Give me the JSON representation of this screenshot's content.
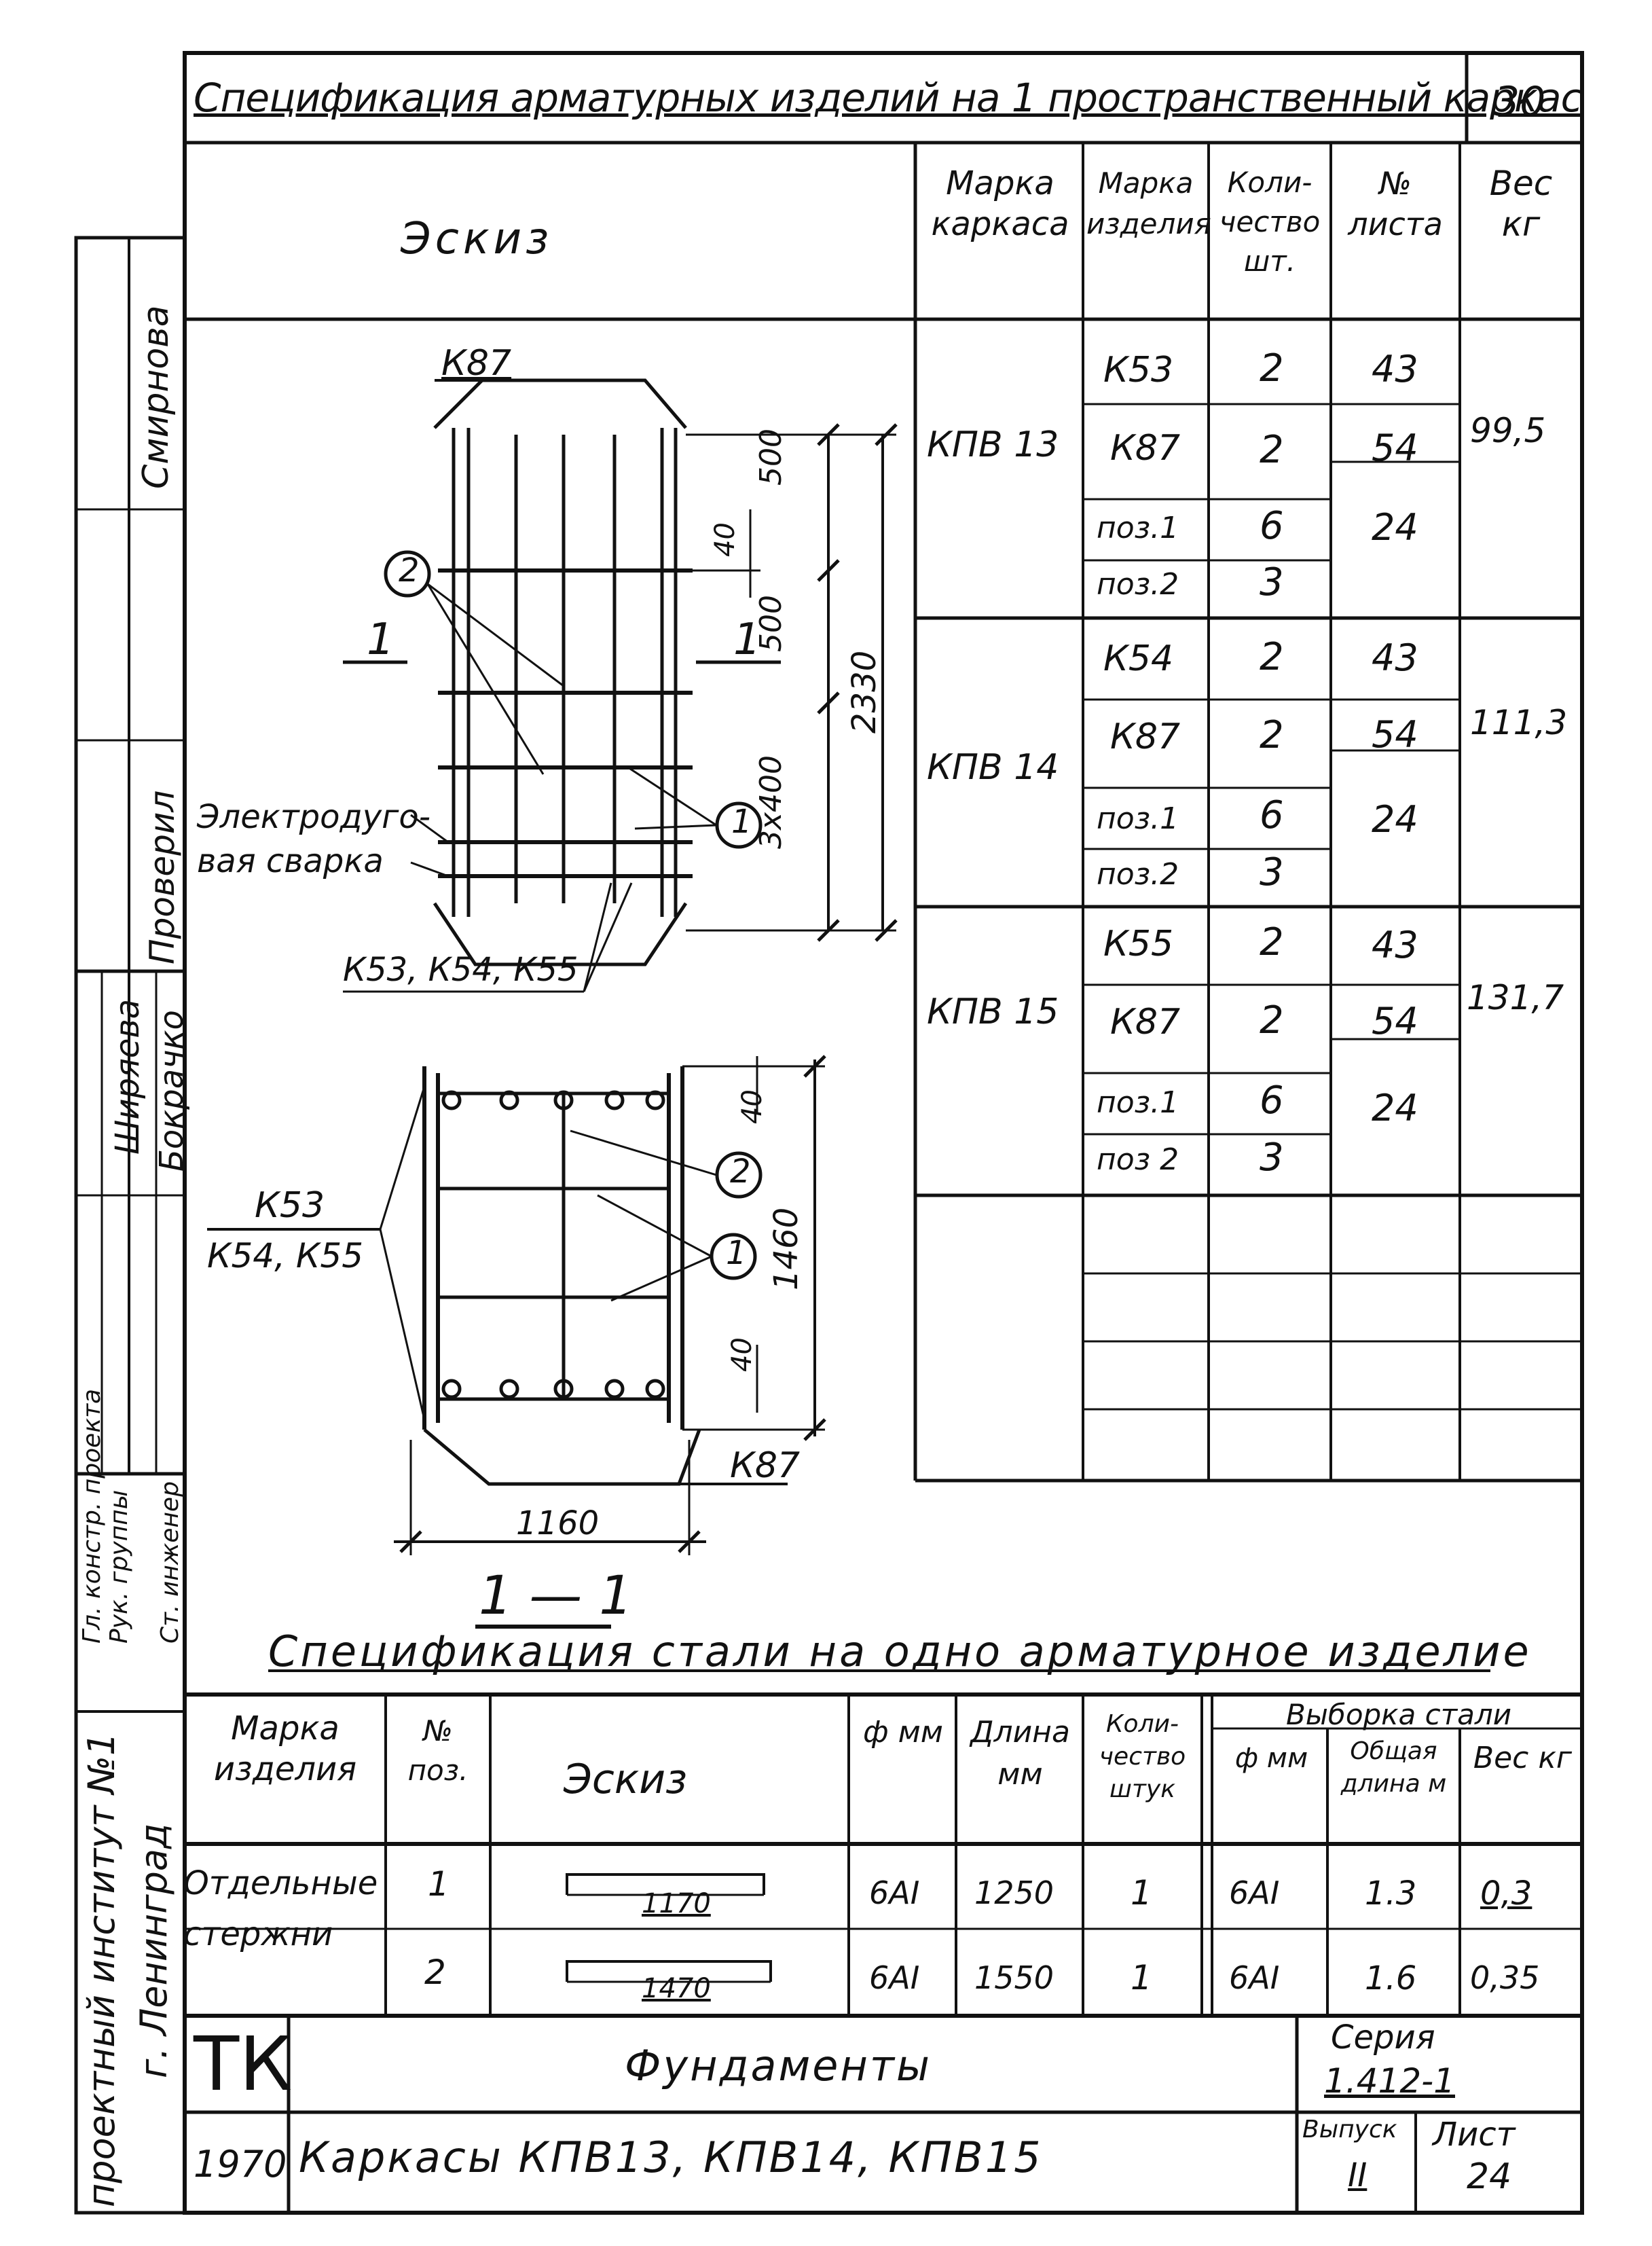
{
  "sheet": {
    "title": "Спецификация арматурных изделий на 1 пространственный каркас",
    "page_number": "30"
  },
  "side_stamp": {
    "institute": "проектный институт №1",
    "city": "г. Ленинград",
    "roles": [
      "Гл. констр. проекта",
      "Рук. группы",
      "Ст. инженер",
      "Проверил"
    ],
    "names": [
      "Смирнова",
      "Ширяева",
      "Бокрачко"
    ]
  },
  "spec_table": {
    "headers": {
      "sketch": "Эскиз",
      "frame_mark": "Марка каркаса",
      "item_mark": "Марка изделия",
      "quantity": "Коли-чество шт.",
      "sheet_no": "№ листа",
      "weight": "Вес кг"
    },
    "groups": [
      {
        "frame": "КПВ 13",
        "weight": "99,5",
        "rows": [
          {
            "item": "К53",
            "qty": "2",
            "sheet": "43"
          },
          {
            "item": "К87",
            "qty": "2",
            "sheet": "54"
          },
          {
            "item": "поз.1",
            "qty": "6",
            "sheet": "24"
          },
          {
            "item": "поз.2",
            "qty": "3",
            "sheet": ""
          }
        ]
      },
      {
        "frame": "КПВ 14",
        "weight": "111,3",
        "rows": [
          {
            "item": "К54",
            "qty": "2",
            "sheet": "43"
          },
          {
            "item": "К87",
            "qty": "2",
            "sheet": "54"
          },
          {
            "item": "поз.1",
            "qty": "6",
            "sheet": "24"
          },
          {
            "item": "поз.2",
            "qty": "3",
            "sheet": ""
          }
        ]
      },
      {
        "frame": "КПВ 15",
        "weight": "131,7",
        "rows": [
          {
            "item": "К55",
            "qty": "2",
            "sheet": "43"
          },
          {
            "item": "К87",
            "qty": "2",
            "sheet": "54"
          },
          {
            "item": "поз.1",
            "qty": "6",
            "sheet": "24"
          },
          {
            "item": "поз 2",
            "qty": "3",
            "sheet": ""
          }
        ]
      }
    ]
  },
  "drawing": {
    "label_k87_top": "К87",
    "label_k87_bottom": "К87",
    "label_k53_55": "К53, К54, К55",
    "label_k53": "К53",
    "label_k54_55": "К54, К55",
    "welding_1": "Электродуго-",
    "welding_2": "вая сварка",
    "section_mark": "1",
    "section_title": "1 — 1",
    "dim_500a": "500",
    "dim_500b": "500",
    "dim_3x400": "3х400",
    "dim_2330": "2330",
    "dim_40a": "40",
    "dim_40b": "40",
    "dim_40c": "40",
    "dim_1460": "1460",
    "dim_1160": "1160",
    "callout_1": "1",
    "callout_2": "2"
  },
  "steel_spec": {
    "title": "Спецификация стали на одно арматурное изделие",
    "headers": {
      "item_mark": "Марка изделия",
      "pos": "№ поз.",
      "sketch": "Эскиз",
      "dia": "ф мм",
      "length": "Длина мм",
      "qty": "Коли-чество штук",
      "selection": "Выборка стали",
      "sel_dia": "ф мм",
      "sel_total": "Общая длина м",
      "sel_weight": "Вес кг"
    },
    "item_mark_1": "Отдельные",
    "item_mark_2": "стержни",
    "rows": [
      {
        "pos": "1",
        "sketch_len": "1170",
        "dia": "6АI",
        "length": "1250",
        "qty": "1",
        "sel_dia": "6АI",
        "sel_total": "1.3",
        "sel_weight": "0,3"
      },
      {
        "pos": "2",
        "sketch_len": "1470",
        "dia": "6АI",
        "length": "1550",
        "qty": "1",
        "sel_dia": "6АI",
        "sel_total": "1.6",
        "sel_weight": "0,35"
      }
    ]
  },
  "title_block": {
    "logo": "ТК",
    "subject": "Фундаменты",
    "series_label": "Серия",
    "series_value": "1.412-1",
    "year": "1970",
    "drawing_title": "Каркасы КПВ13, КПВ14, КПВ15",
    "issue_label": "Выпуск",
    "issue_value": "II",
    "sheet_label": "Лист",
    "sheet_value": "24"
  }
}
